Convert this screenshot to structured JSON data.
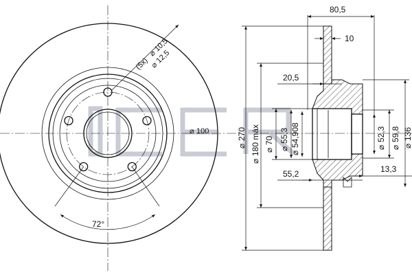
{
  "watermark": {
    "text": "ICER",
    "color": "#c9ccd4"
  },
  "front_view": {
    "bolt_label": "(5x)",
    "bolt_hole_dia": "10,5",
    "bolt_outer_dia": "12,5",
    "pcd": "100",
    "angle": "72°",
    "dia_symbol": "⌀"
  },
  "side_view": {
    "total_height": "80,5",
    "disc_thickness": "10",
    "hub_offset": "20,5",
    "hub_depth": "55,2",
    "rim_depth": "13,3",
    "outer_dia": "270",
    "friction_dia": "180 máx",
    "hub_dia": "70",
    "bore_dia_1": "55,3",
    "bore_dia_2": "54,908",
    "inner_dia_1": "52,3",
    "inner_dia_2": "59,8",
    "flange_dia": "136",
    "dia_symbol": "⌀"
  }
}
